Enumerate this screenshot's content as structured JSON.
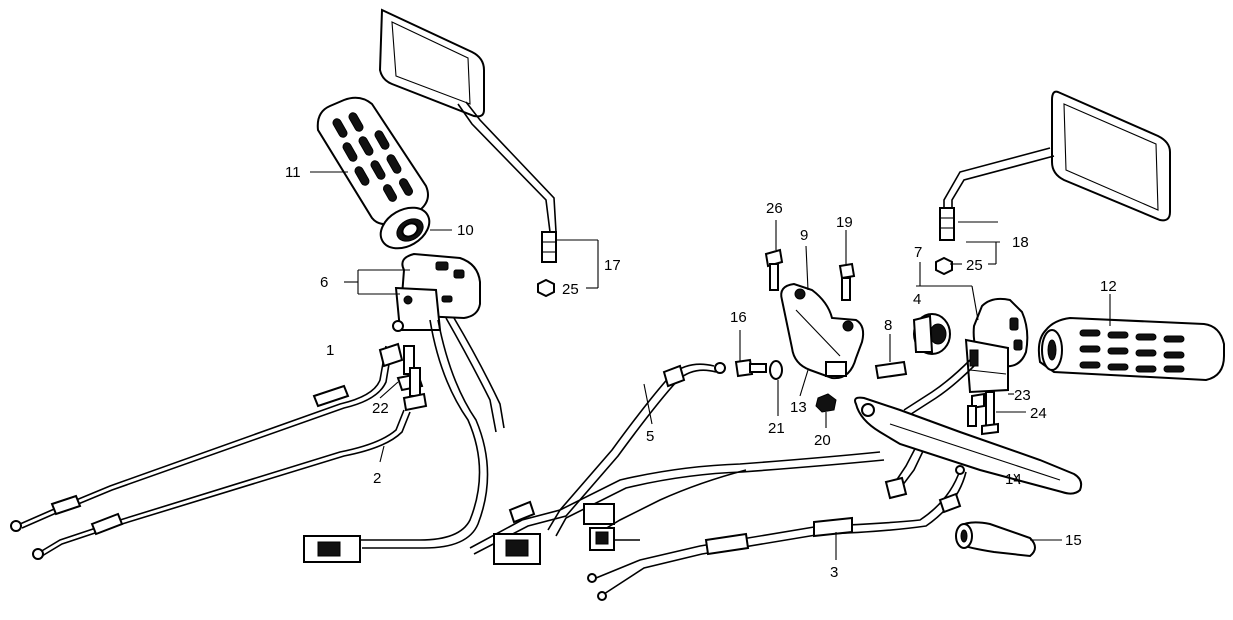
{
  "labels": {
    "l1": "1",
    "l2": "2",
    "l3": "3",
    "l4": "4",
    "l5": "5",
    "l6": "6",
    "l7": "7",
    "l8": "8",
    "l9": "9",
    "l10": "10",
    "l11": "11",
    "l12": "12",
    "l13": "13",
    "l14": "14",
    "l15": "15",
    "l16": "16",
    "l17": "17",
    "l18": "18",
    "l19": "19",
    "l20": "20",
    "l21": "21",
    "l22": "22",
    "l23": "23",
    "l24": "24",
    "l25a": "25",
    "l25b": "25",
    "l26": "26"
  }
}
